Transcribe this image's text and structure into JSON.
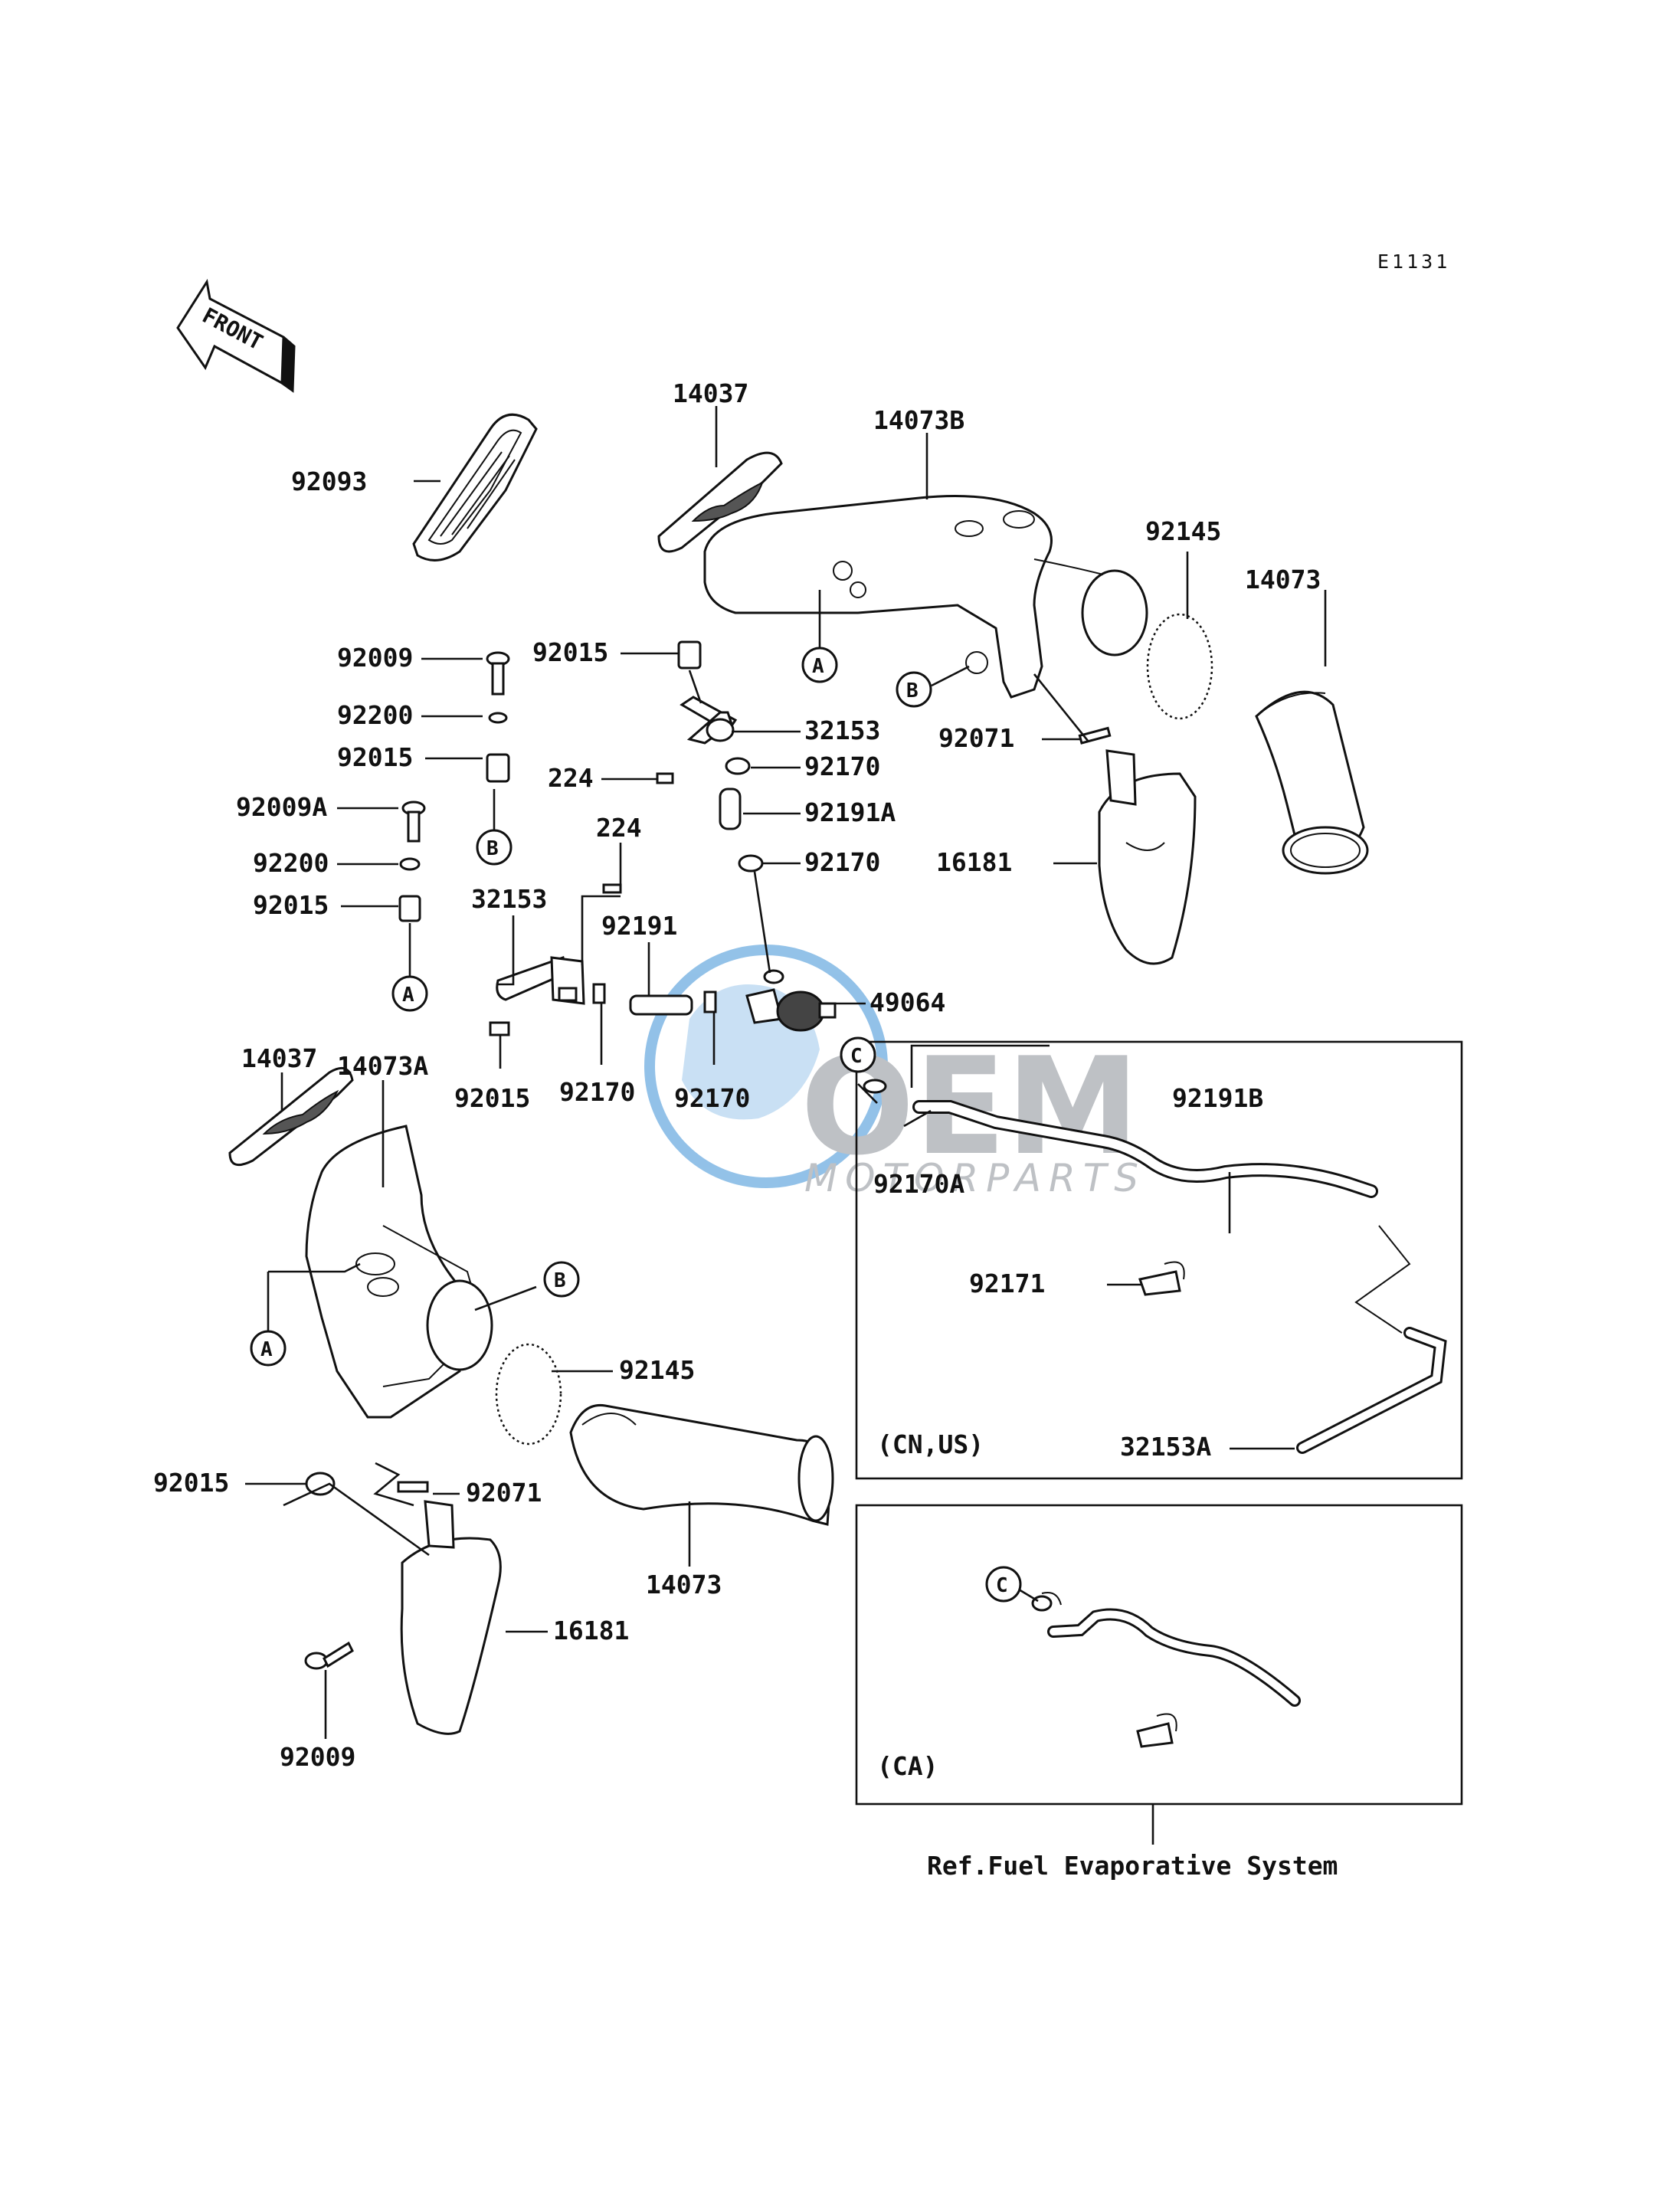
{
  "diagram_code": "E1131",
  "front_label": "FRONT",
  "watermark": {
    "brand": "OEM",
    "sub": "MOTORPARTS"
  },
  "labels": {
    "p92093": "92093",
    "p14037_top": "14037",
    "p14073B": "14073B",
    "p92145_top": "92145",
    "p14073_top": "14073",
    "p92009_1": "92009",
    "p92015_top": "92015",
    "p92200_1": "92200",
    "p32153_top": "32153",
    "p92071_top": "92071",
    "p92015_2": "92015",
    "p224_1": "224",
    "p92170_1": "92170",
    "p92009A": "92009A",
    "p92191A": "92191A",
    "p224_2": "224",
    "p92200_2": "92200",
    "p92170_2": "92170",
    "p16181_top": "16181",
    "p92015_3": "92015",
    "p32153_mid": "32153",
    "p92191": "92191",
    "p49064": "49064",
    "p14037_bottom": "14037",
    "p14073A": "14073A",
    "p92015_4": "92015",
    "p92170_3": "92170",
    "p92170_4": "92170",
    "p92191B": "92191B",
    "p92170A": "92170A",
    "p92171": "92171",
    "p92145_bottom": "92145",
    "p92015_5": "92015",
    "p92071_bottom": "92071",
    "p32153A": "32153A",
    "p14073_bottom": "14073",
    "p16181_bottom": "16181",
    "p92009_2": "92009"
  },
  "markers": {
    "a": "A",
    "b": "B",
    "c": "C"
  },
  "boxes": {
    "cn_us": "(CN,US)",
    "ca": "(CA)"
  },
  "reference": "Ref.Fuel Evaporative System",
  "colors": {
    "ink": "#111111",
    "watermark_blue": "#3a8fd6",
    "watermark_gray": "#8a8f96"
  }
}
